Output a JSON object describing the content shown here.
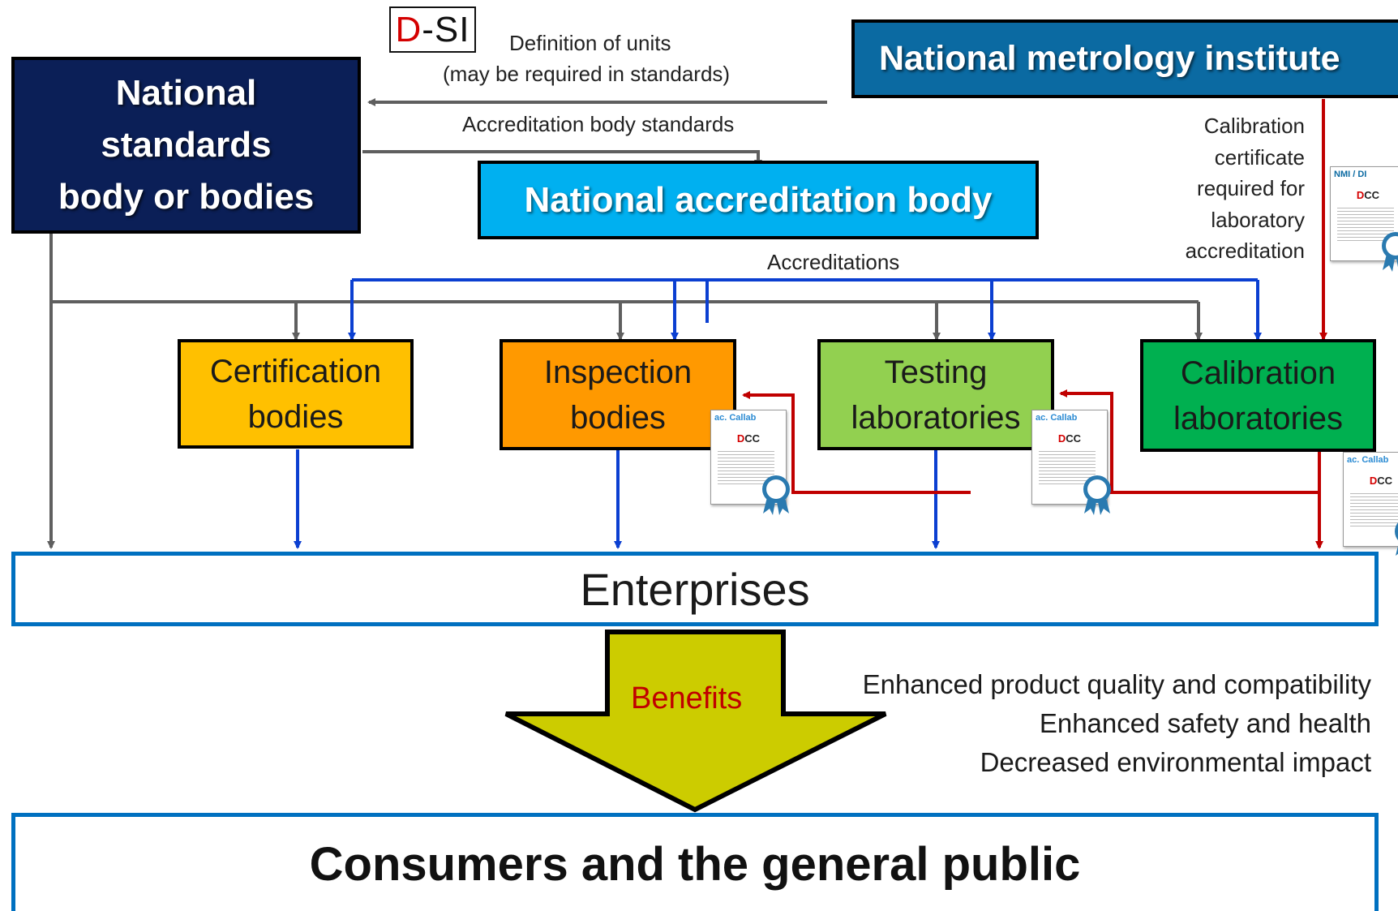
{
  "dsi_logo": {
    "d": "D",
    "rest": "-SI"
  },
  "top_note": {
    "line1": "Definition of units",
    "line2": "(may be required in standards)"
  },
  "accreditation_body_standards": "Accreditation body standards",
  "accreditations": "Accreditations",
  "nsb": {
    "lines": [
      "National",
      "standards",
      "body or bodies"
    ]
  },
  "nmi": {
    "title": "National metrology institute"
  },
  "nab": {
    "title": "National accreditation body"
  },
  "calibration_note": [
    "Calibration",
    "certificate",
    "required for",
    "laboratory",
    "accreditation"
  ],
  "bodies": [
    {
      "line1": "Certification",
      "line2": "bodies"
    },
    {
      "line1": "Inspection",
      "line2": "bodies"
    },
    {
      "line1": "Testing",
      "line2": "laboratories"
    },
    {
      "line1": "Calibration",
      "line2": "laboratories"
    }
  ],
  "certificates": [
    {
      "header": "NMI / DI",
      "dcc_d": "D",
      "dcc_rest": "CC"
    },
    {
      "header": "ac. Callab",
      "dcc_d": "D",
      "dcc_rest": "CC"
    },
    {
      "header": "ac. Callab",
      "dcc_d": "D",
      "dcc_rest": "CC"
    },
    {
      "header": "ac. Callab",
      "dcc_d": "D",
      "dcc_rest": "CC"
    }
  ],
  "enterprises": "Enterprises",
  "benefits": {
    "label": "Benefits",
    "items": [
      "Enhanced product quality and compatibility",
      "Enhanced safety and health",
      "Decreased environmental impact"
    ]
  },
  "consumers": "Consumers and the general public",
  "colors": {
    "nsb": "#0b1f57",
    "nmi": "#0b6aa2",
    "nab": "#00b0f0",
    "certification": "#ffc000",
    "inspection": "#ff9900",
    "testing": "#92d050",
    "calibration": "#00b050",
    "arrow_gray": "#5f5f5f",
    "arrow_blue": "#0b3fd1",
    "arrow_red": "#c00000",
    "benefits_arrow": "#cccc00",
    "frame_blue": "#0070c0",
    "benefits_text": "#c00000"
  }
}
